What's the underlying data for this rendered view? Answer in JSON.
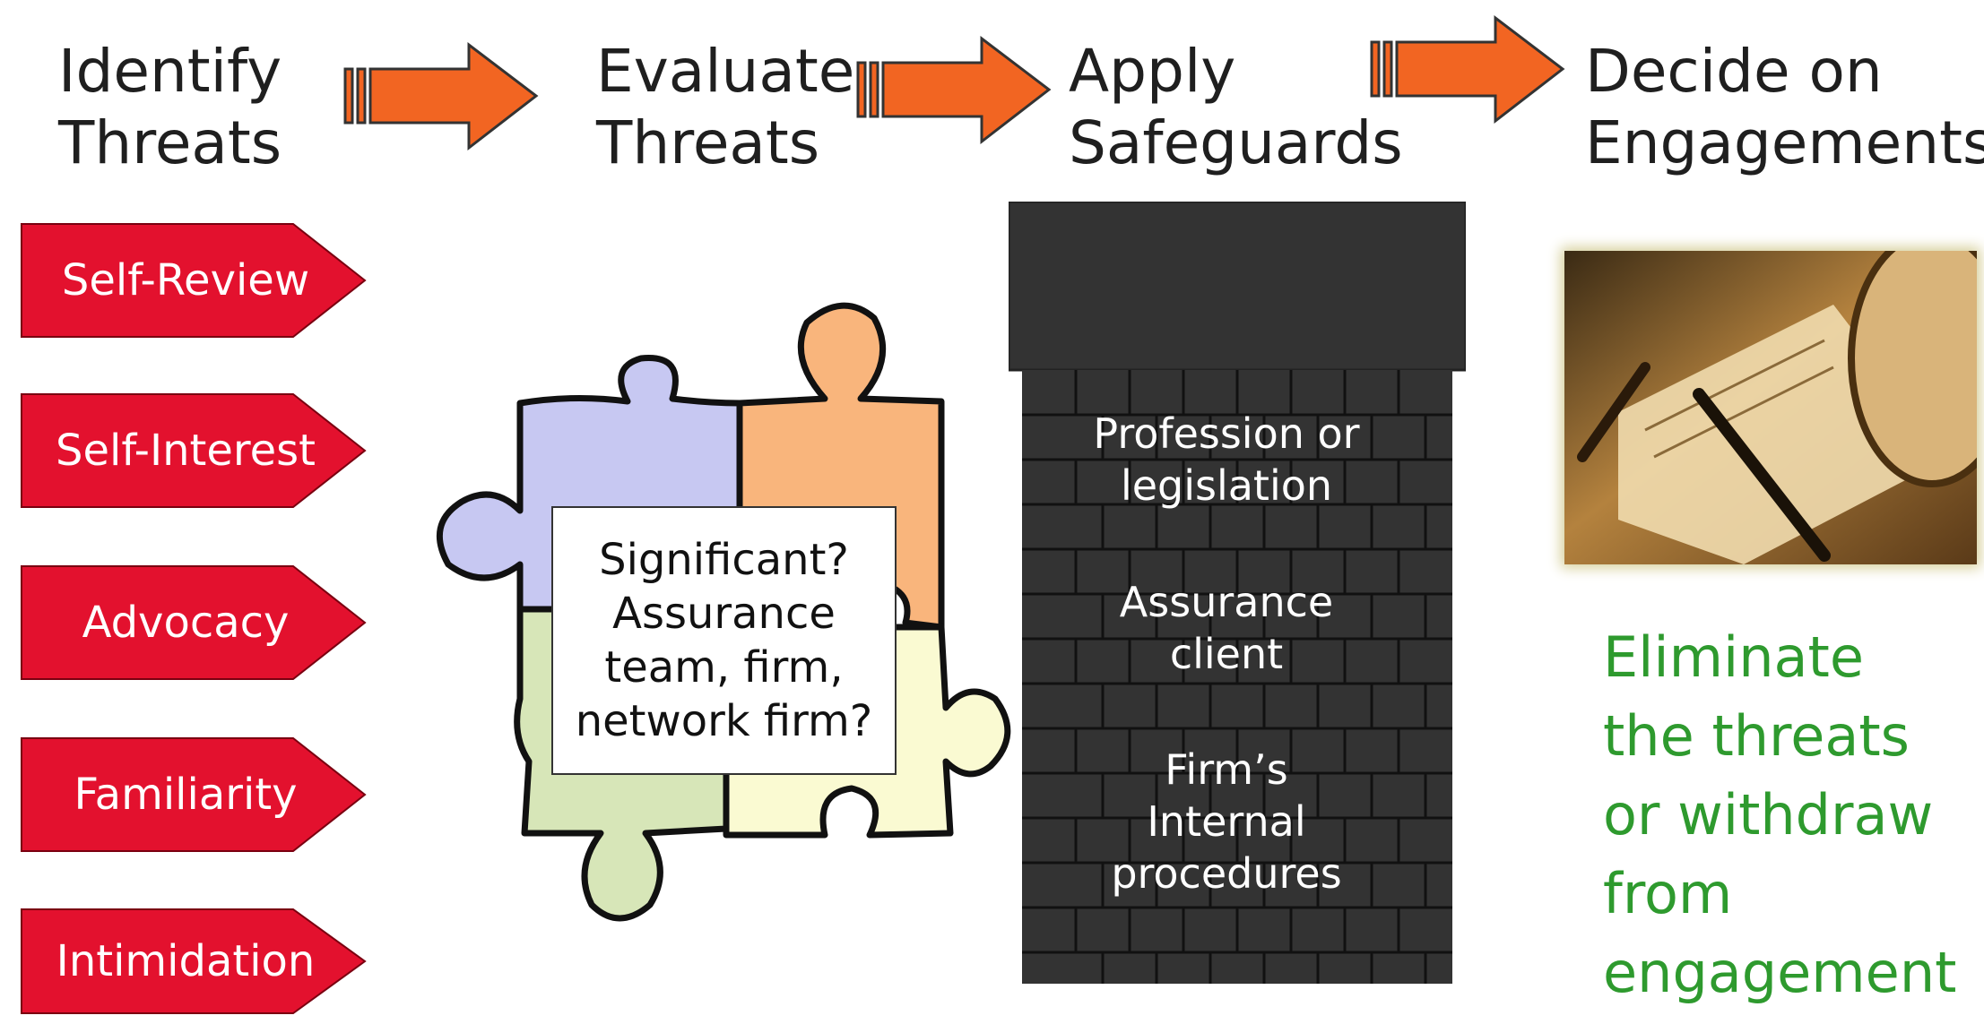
{
  "steps": [
    {
      "line1": "Identify",
      "line2": "Threats"
    },
    {
      "line1": "Evaluate",
      "line2": "Threats"
    },
    {
      "line1": "Apply",
      "line2": "Safeguards"
    },
    {
      "line1": "Decide on",
      "line2": "Engagements"
    }
  ],
  "threats": [
    "Self-Review",
    "Self-Interest",
    "Advocacy",
    "Familiarity",
    "Intimidation"
  ],
  "evaluate_box": "Significant?\nAssurance\nteam, firm,\nnetwork firm?",
  "safeguards": [
    "Profession or\nlegislation",
    "Assurance\nclient",
    "Firm’s\nInternal\nprocedures"
  ],
  "outcome": "Eliminate\nthe threats\nor withdraw\nfrom\nengagement",
  "colors": {
    "arrow_orange": "#f26522",
    "threat_red": "#e3112e",
    "wall_dark": "#333333",
    "outcome_green": "#2e9a2e",
    "puzzle_blue": "#c7c8f2",
    "puzzle_orange": "#f9b57c",
    "puzzle_green": "#d7e6b8",
    "puzzle_yellow": "#fafad2"
  }
}
